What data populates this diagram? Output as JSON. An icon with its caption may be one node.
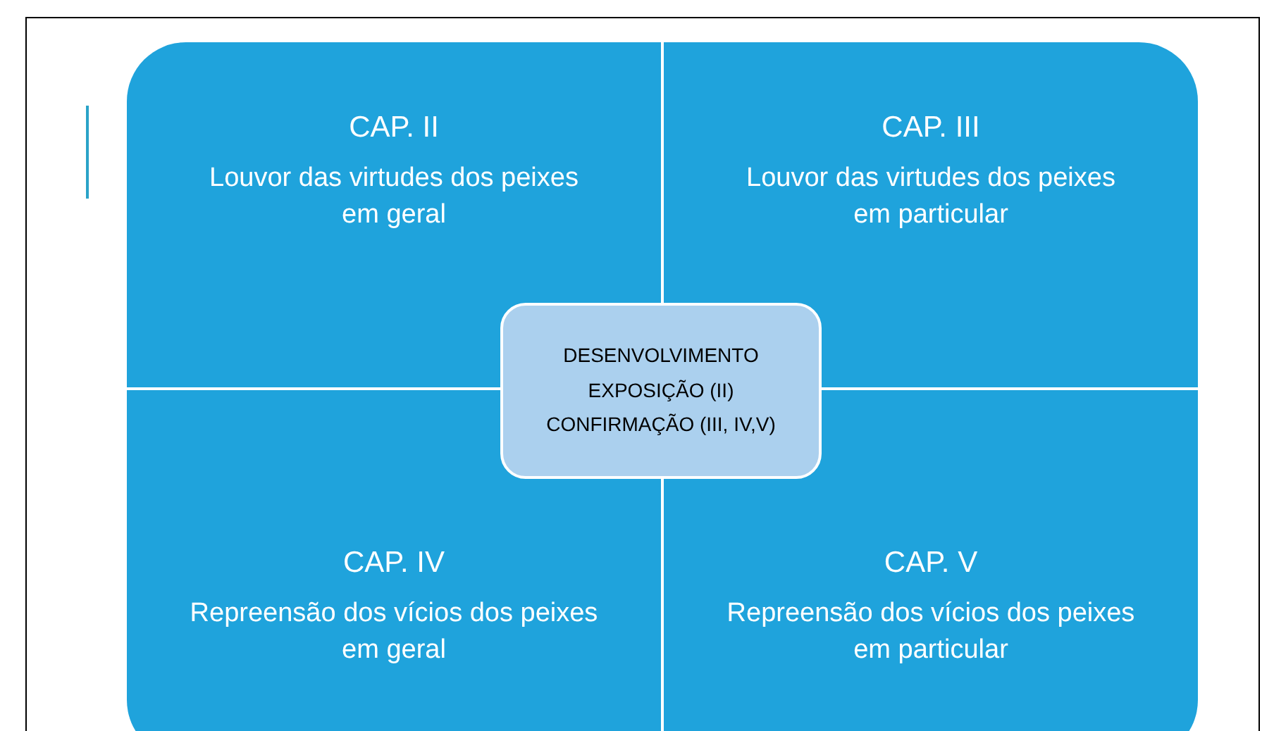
{
  "diagram": {
    "nodes": [
      {
        "text": [
          "CAP. II",
          "Louvor das virtudes dos peixes em geral"
        ]
      },
      {
        "text": [
          "CAP. III",
          "Louvor das virtudes dos peixes em particular"
        ]
      },
      {
        "text": [
          "CAP. IV",
          "Repreensão dos vícios dos peixes em geral"
        ]
      },
      {
        "text": [
          "CAP. V",
          "Repreensão dos vícios dos peixes em particular"
        ]
      },
      {
        "text": [
          "DESENVOLVIMENTO",
          "EXPOSIÇÃO (II)",
          "CONFIRMAÇÃO (III, IV,V)"
        ]
      }
    ]
  }
}
